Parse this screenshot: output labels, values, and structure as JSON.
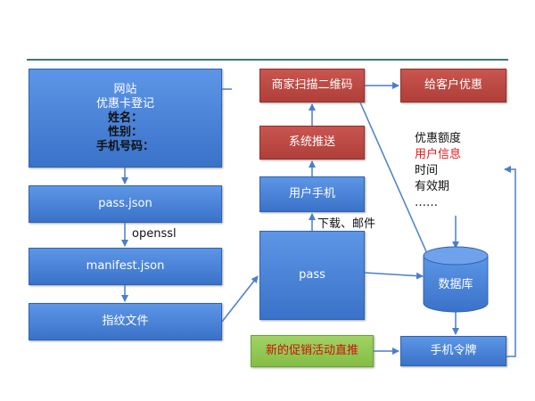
{
  "website_box": {
    "title": "网站",
    "subtitle": "优惠卡登记",
    "field_name": "姓名：",
    "field_gender": "性别：",
    "field_phone": "手机号码："
  },
  "pass_json": "pass.json",
  "openssl": "openssl",
  "manifest_json": "manifest.json",
  "fingerprint_file": "指纹文件",
  "pass": "pass",
  "user_phone": "用户手机",
  "download_mail": "下载、邮件",
  "system_push": "系统推送",
  "merchant_scan": "商家扫描二维码",
  "give_discount": "给客户优惠",
  "info_list": {
    "line1": "优惠额度",
    "line2": "用户信息",
    "line3": "时间",
    "line4": "有效期",
    "line5": "……"
  },
  "database": "数据库",
  "promo_push": "新的促销活动直推",
  "phone_token": "手机令牌",
  "colors": {
    "blue": "#4a86dc",
    "red": "#c0493f",
    "green": "#8cc34b",
    "highlight": "#e31b1b",
    "arrow": "#4a7fc8"
  }
}
